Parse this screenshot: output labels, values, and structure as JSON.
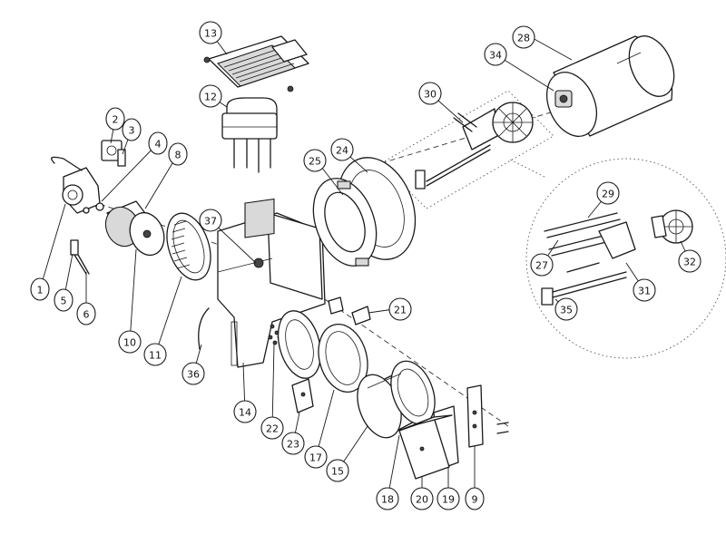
{
  "diagram": {
    "callouts": [
      {
        "id": "c1",
        "label": "1"
      },
      {
        "id": "c2",
        "label": "2"
      },
      {
        "id": "c3",
        "label": "3"
      },
      {
        "id": "c4",
        "label": "4"
      },
      {
        "id": "c5",
        "label": "5"
      },
      {
        "id": "c6",
        "label": "6"
      },
      {
        "id": "c8",
        "label": "8"
      },
      {
        "id": "c9",
        "label": "9"
      },
      {
        "id": "c10",
        "label": "10"
      },
      {
        "id": "c11",
        "label": "11"
      },
      {
        "id": "c12",
        "label": "12"
      },
      {
        "id": "c13",
        "label": "13"
      },
      {
        "id": "c14",
        "label": "14"
      },
      {
        "id": "c15",
        "label": "15"
      },
      {
        "id": "c17",
        "label": "17"
      },
      {
        "id": "c18",
        "label": "18"
      },
      {
        "id": "c19",
        "label": "19"
      },
      {
        "id": "c20",
        "label": "20"
      },
      {
        "id": "c21",
        "label": "21"
      },
      {
        "id": "c22",
        "label": "22"
      },
      {
        "id": "c23",
        "label": "23"
      },
      {
        "id": "c24",
        "label": "24"
      },
      {
        "id": "c25",
        "label": "25"
      },
      {
        "id": "c27",
        "label": "27"
      },
      {
        "id": "c28",
        "label": "28"
      },
      {
        "id": "c29",
        "label": "29"
      },
      {
        "id": "c30",
        "label": "30"
      },
      {
        "id": "c31",
        "label": "31"
      },
      {
        "id": "c32",
        "label": "32"
      },
      {
        "id": "c34",
        "label": "34"
      },
      {
        "id": "c35",
        "label": "35"
      },
      {
        "id": "c36",
        "label": "36"
      },
      {
        "id": "c37",
        "label": "37"
      }
    ]
  }
}
